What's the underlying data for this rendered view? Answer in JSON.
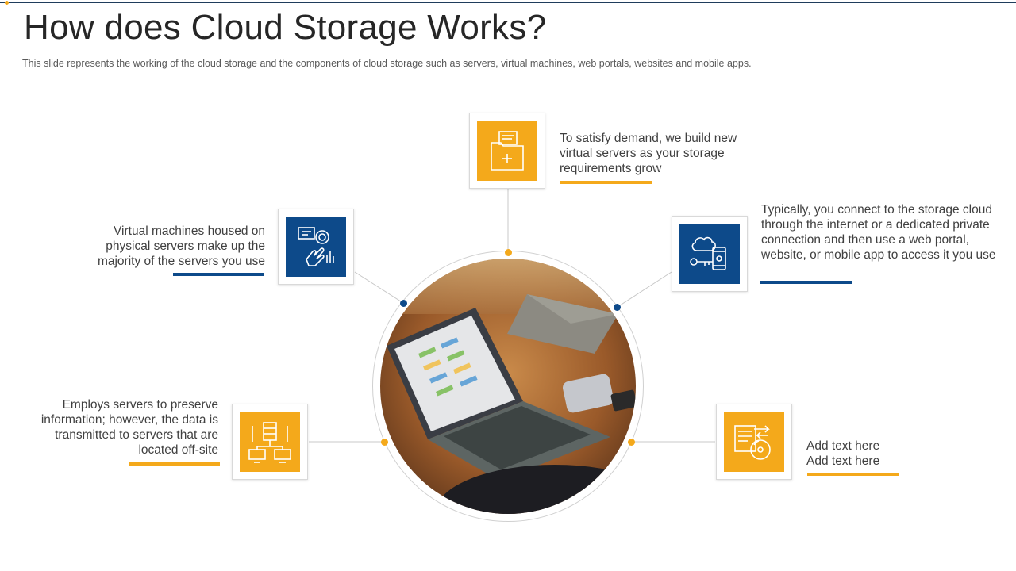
{
  "slide": {
    "title": "How does Cloud Storage Works?",
    "subtitle": "This slide represents the working of the cloud storage and the components of cloud storage such as servers, virtual machines, web portals, websites and mobile apps."
  },
  "colors": {
    "yellow": "#f4a91b",
    "blue": "#0d4a8a",
    "line": "#c8c8c8"
  },
  "items": [
    {
      "icon": "folder-add-icon",
      "color": "yellow",
      "text": "To satisfy demand, we build new virtual servers as your storage requirements grow"
    },
    {
      "icon": "touch-screen-icon",
      "color": "blue",
      "text": "Virtual machines housed on physical servers make up the majority of the servers you use"
    },
    {
      "icon": "cloud-mobile-icon",
      "color": "blue",
      "text": "Typically, you connect to the storage cloud through the internet or a dedicated private connection and then use a web portal, website, or mobile app to access it you use"
    },
    {
      "icon": "server-network-icon",
      "color": "yellow",
      "text": "Employs servers to preserve information; however, the data is transmitted to servers that are located off-site"
    },
    {
      "icon": "document-disc-icon",
      "color": "yellow",
      "text_line1": "Add text here",
      "text_line2": "Add text here"
    }
  ],
  "center_image": {
    "icon": "laptop-photo"
  }
}
